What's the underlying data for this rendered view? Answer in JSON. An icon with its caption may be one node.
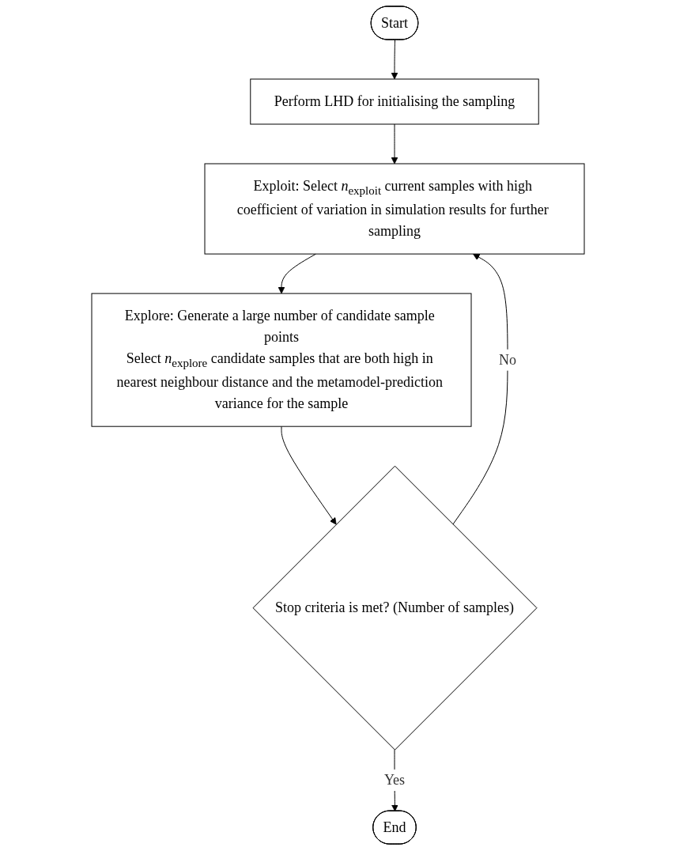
{
  "diagram": {
    "nodes": [
      {
        "text": [
          "Start"
        ]
      },
      {
        "text": [
          "Perform LHD for initialising the sampling"
        ]
      },
      {
        "text": [
          "Exploit: Select *n*$_{exploit}$ current samples with high coefficient of variation in simulation results for further sampling"
        ]
      },
      {
        "text": [
          "Explore: Generate a large number of candidate sample points",
          "Select *n*$_{explore}$ candidate samples that are both high in nearest neighbour distance and the metamodel-prediction variance for the sample"
        ]
      },
      {
        "text": [
          "Stop criteria is met? (Number of samples)"
        ]
      },
      {
        "text": [
          "End"
        ]
      }
    ],
    "edges": [
      {
        "from": 0,
        "to": 1,
        "arrow": "to"
      },
      {
        "from": 1,
        "to": 2,
        "arrow": "to"
      },
      {
        "from": 2,
        "to": 3,
        "arrow": "to"
      },
      {
        "from": 3,
        "to": 4,
        "arrow": "to"
      },
      {
        "from": 4,
        "to": 5,
        "label": "Yes",
        "arrow": "to"
      },
      {
        "from": 4,
        "to": 2,
        "label": "No",
        "arrow": "to"
      }
    ]
  }
}
